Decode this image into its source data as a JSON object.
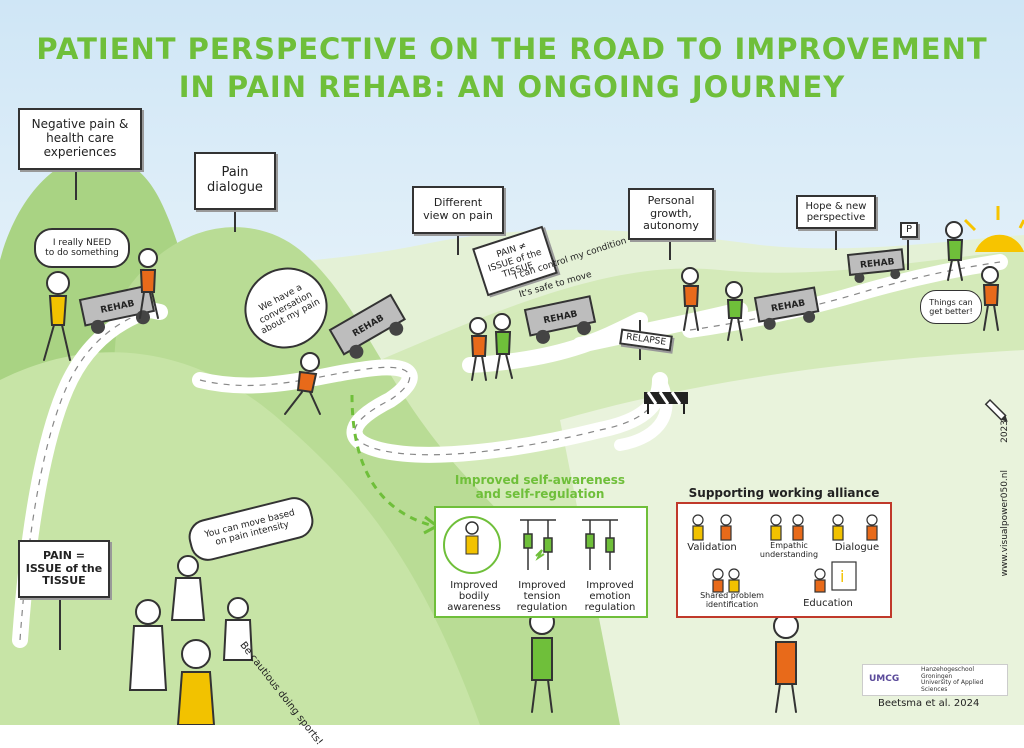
{
  "title": {
    "line1": "PATIENT PERSPECTIVE ON THE ROAD TO IMPROVEMENT",
    "line2": "IN PAIN REHAB: AN ONGOING JOURNEY"
  },
  "signs": {
    "negative": "Negative pain &\nhealth care\nexperiences",
    "dialogue": "Pain\ndialogue",
    "different_view": "Different\nview on pain",
    "growth": "Personal\ngrowth,\nautonomy",
    "hope": "Hope & new\nperspective",
    "parking": "P",
    "relapse": "RELAPSE",
    "pain_issue_top": "PAIN ≠\nISSUE of the\nTISSUE",
    "pain_issue_bottom": "PAIN =\nISSUE of the\nTISSUE"
  },
  "speech": {
    "need": "I really NEED\nto do something",
    "conversation": "We have a\nconversation\nabout my pain",
    "control": "I can control my condition",
    "safe": "It's safe to move",
    "better": "Things can\nget better!",
    "move_based": "You can move based\non pain intensity",
    "cautious": "Be cautious doing sports!"
  },
  "cart_label": "REHAB",
  "self_panel": {
    "title": "Improved self-awareness\nand self-regulation",
    "items": [
      "Improved\nbodily\nawareness",
      "Improved\ntension\nregulation",
      "Improved\nemotion\nregulation"
    ]
  },
  "alliance_panel": {
    "title": "Supporting working alliance",
    "items": [
      "Validation",
      "Empathic\nunderstanding",
      "Dialogue",
      "Shared problem\nidentification",
      "Education"
    ]
  },
  "credits": {
    "website": "www.visualpower050.nl",
    "year": "2023",
    "citation": "Beetsma et al. 2024",
    "logo_left": "UMCG",
    "logo_right": "Hanzehogeschool\nGroningen\nUniversity of Applied Sciences"
  },
  "colors": {
    "title_green": "#6fbf3a",
    "hill_light": "#d8ecc3",
    "hill_mid": "#b6da92",
    "hill_dark": "#8cc462",
    "person_orange": "#e86a1a",
    "person_green": "#6fbf3a",
    "person_yellow": "#f2c200"
  }
}
